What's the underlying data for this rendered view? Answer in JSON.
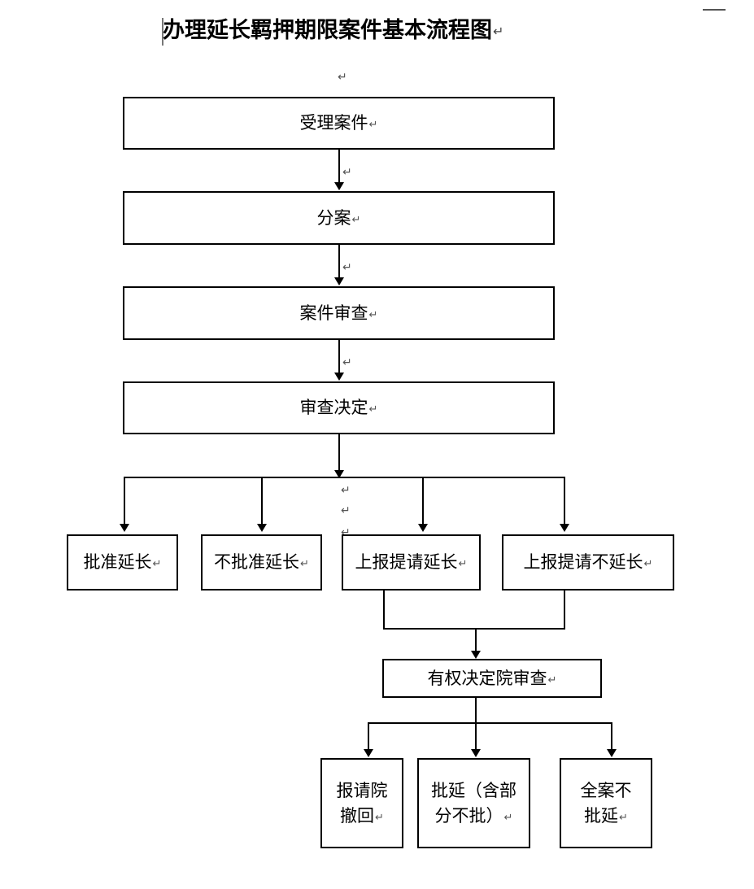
{
  "document": {
    "title": "办理延长羁押期限案件基本流程图",
    "title_pilcrow": "↵",
    "title_caret_visible": true,
    "top_rule_visible": true
  },
  "marks": {
    "pilcrow": "↵",
    "under_title": {
      "symbol": "↵"
    },
    "branch_column": [
      {
        "symbol": "↵"
      },
      {
        "symbol": "↵"
      },
      {
        "symbol": "↵"
      }
    ]
  },
  "flowchart": {
    "type": "flowchart",
    "orientation": "top-down",
    "main_chain": [
      {
        "id": "n1",
        "label": "受理案件",
        "pilcrow": "↵"
      },
      {
        "id": "n2",
        "label": "分案",
        "pilcrow": "↵"
      },
      {
        "id": "n3",
        "label": "案件审查",
        "pilcrow": "↵"
      },
      {
        "id": "n4",
        "label": "审查决定",
        "pilcrow": "↵"
      }
    ],
    "decision_branches": [
      {
        "id": "b1",
        "label": "批准延长",
        "pilcrow": "↵"
      },
      {
        "id": "b2",
        "label": "不批准延长",
        "pilcrow": "↵"
      },
      {
        "id": "b3",
        "label": "上报提请延长",
        "pilcrow": "↵"
      },
      {
        "id": "b4",
        "label": "上报提请不延长",
        "pilcrow": "↵"
      }
    ],
    "escalation": {
      "id": "e1",
      "label": "有权决定院审查",
      "pilcrow": "↵"
    },
    "outcomes": [
      {
        "id": "o1",
        "line1": "报请院",
        "line2": "撤回",
        "pilcrow": "↵"
      },
      {
        "id": "o2",
        "line1": "批延（含部",
        "line2": "分不批）",
        "pilcrow": "↵"
      },
      {
        "id": "o3",
        "line1": "全案不",
        "line2": "批延",
        "pilcrow": "↵"
      }
    ],
    "edges": [
      {
        "from": "n1",
        "to": "n2"
      },
      {
        "from": "n2",
        "to": "n3"
      },
      {
        "from": "n3",
        "to": "n4"
      },
      {
        "from": "n4",
        "to": "b1"
      },
      {
        "from": "n4",
        "to": "b2"
      },
      {
        "from": "n4",
        "to": "b3"
      },
      {
        "from": "n4",
        "to": "b4"
      },
      {
        "from": "b3",
        "to": "e1"
      },
      {
        "from": "b4",
        "to": "e1"
      },
      {
        "from": "e1",
        "to": "o1"
      },
      {
        "from": "e1",
        "to": "o2"
      },
      {
        "from": "e1",
        "to": "o3"
      }
    ]
  },
  "style": {
    "line_color": "#000000",
    "box_fill": "#ffffff",
    "text_color": "#000000",
    "mark_color": "#555555",
    "page_background": "#ffffff"
  }
}
